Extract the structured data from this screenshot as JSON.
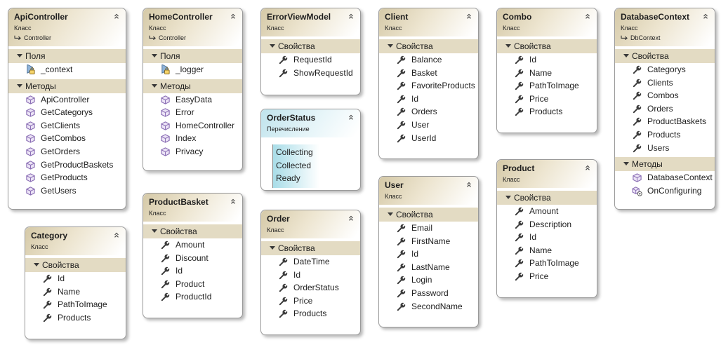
{
  "labels": {
    "class_kind": "Класс",
    "enum_kind": "Перечисление",
    "fields": "Поля",
    "methods": "Методы",
    "properties": "Свойства"
  },
  "classes": {
    "api": {
      "name": "ApiController",
      "base": "Controller",
      "fields": [
        "_context"
      ],
      "methods": [
        "ApiController",
        "GetCategorys",
        "GetClients",
        "GetCombos",
        "GetOrders",
        "GetProductBaskets",
        "GetProducts",
        "GetUsers"
      ]
    },
    "home": {
      "name": "HomeController",
      "base": "Controller",
      "fields": [
        "_logger"
      ],
      "methods": [
        "EasyData",
        "Error",
        "HomeController",
        "Index",
        "Privacy"
      ]
    },
    "errorvm": {
      "name": "ErrorViewModel",
      "properties": [
        "RequestId",
        "ShowRequestId"
      ]
    },
    "client": {
      "name": "Client",
      "properties": [
        "Balance",
        "Basket",
        "FavoriteProducts",
        "Id",
        "Orders",
        "User",
        "UserId"
      ]
    },
    "combo": {
      "name": "Combo",
      "properties": [
        "Id",
        "Name",
        "PathToImage",
        "Price",
        "Products"
      ]
    },
    "dbctx": {
      "name": "DatabaseContext",
      "base": "DbContext",
      "properties": [
        "Categorys",
        "Clients",
        "Combos",
        "Orders",
        "ProductBaskets",
        "Products",
        "Users"
      ],
      "methods": [
        "DatabaseContext",
        "OnConfiguring"
      ]
    },
    "category": {
      "name": "Category",
      "properties": [
        "Id",
        "Name",
        "PathToImage",
        "Products"
      ]
    },
    "basket": {
      "name": "ProductBasket",
      "properties": [
        "Amount",
        "Discount",
        "Id",
        "Product",
        "ProductId"
      ]
    },
    "order": {
      "name": "Order",
      "properties": [
        "DateTime",
        "Id",
        "OrderStatus",
        "Price",
        "Products"
      ]
    },
    "user": {
      "name": "User",
      "properties": [
        "Email",
        "FirstName",
        "Id",
        "LastName",
        "Login",
        "Password",
        "SecondName"
      ]
    },
    "product": {
      "name": "Product",
      "properties": [
        "Amount",
        "Description",
        "Id",
        "Name",
        "PathToImage",
        "Price"
      ]
    }
  },
  "enums": {
    "orderstatus": {
      "name": "OrderStatus",
      "values": [
        "Collecting",
        "Collected",
        "Ready"
      ]
    }
  },
  "colors": {
    "class_header": "#d5c9a7",
    "section_bar": "#e3dbc3",
    "enum_header": "#bfe3ec",
    "method_icon": "#8b6fb5",
    "property_icon": "#3c3c3c"
  },
  "icons": {
    "field": "lock-field-icon",
    "method": "cube-method-icon",
    "property": "wrench-property-icon",
    "override_method": "overridden-method-icon",
    "collapse": "double-chevron-up-icon",
    "inherit": "inheritance-arrow-icon"
  }
}
